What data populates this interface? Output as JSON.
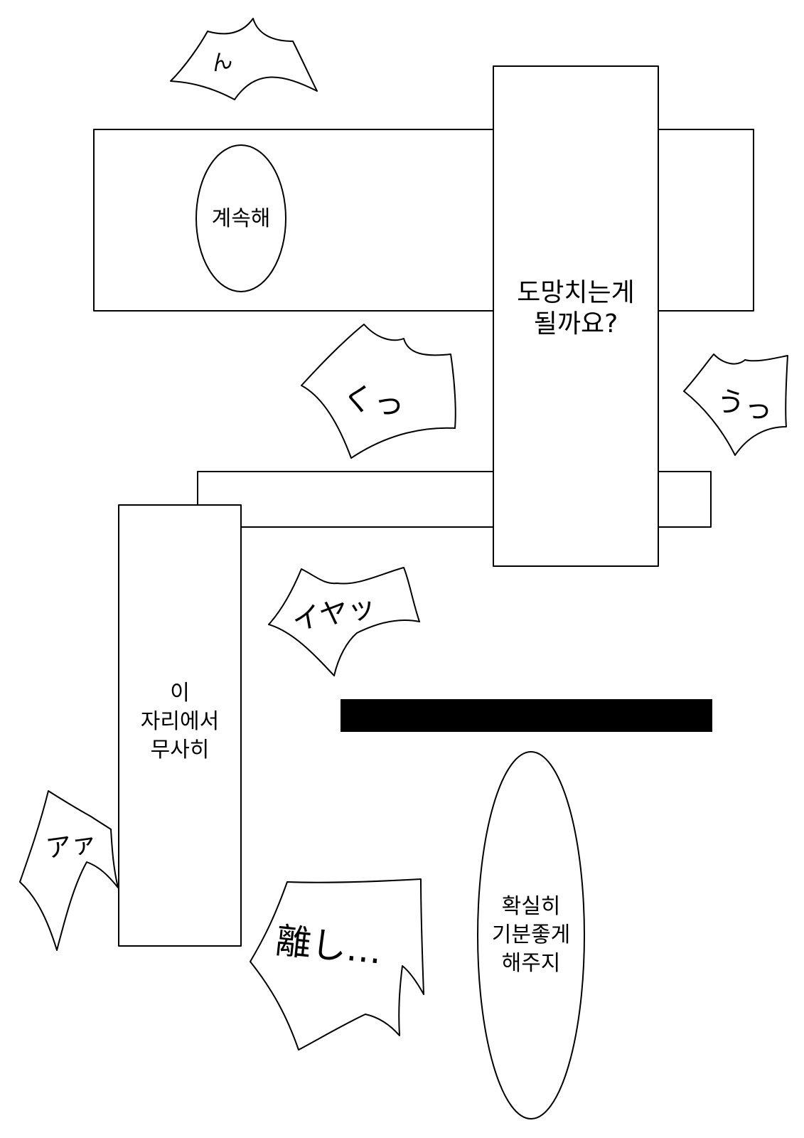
{
  "colors": {
    "background": "#ffffff",
    "ink": "#000000"
  },
  "panels": {
    "top_left": {
      "bubble_text": "계속해"
    },
    "tall_right": {
      "caption": "도망치는게\n될까요?"
    },
    "tall_left": {
      "caption": "이\n자리에서\n무사히"
    },
    "bottom_right": {
      "bubble_text": "확실히\n기분좋게\n해주지"
    }
  },
  "sound_effects": {
    "nn": "ん",
    "ku": "くっ",
    "u": "うっ",
    "iya": "イヤッ",
    "a": "アァ",
    "hanashi": "離し…"
  }
}
